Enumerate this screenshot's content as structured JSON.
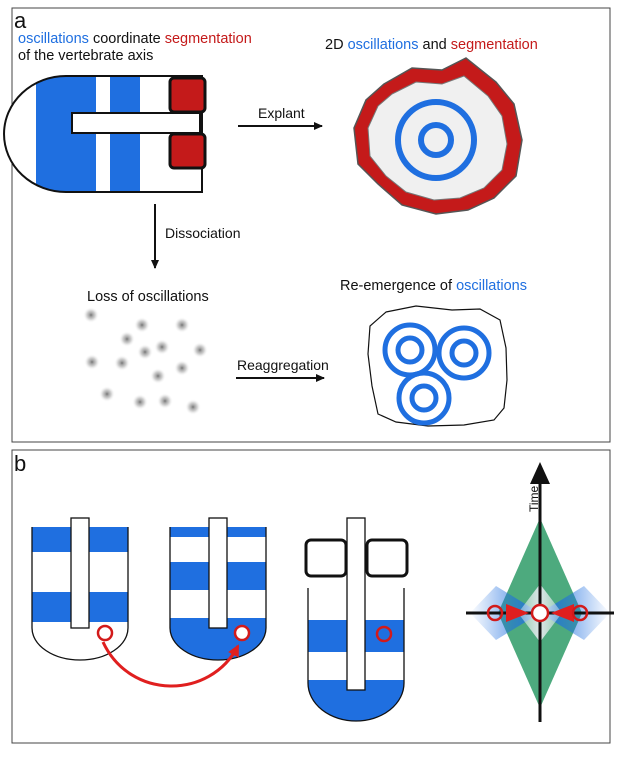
{
  "panel_a": {
    "letter": "a",
    "title_part1": "oscillations",
    "title_part2": " coordinate ",
    "title_part3": "segmentation",
    "title_line2": "of the vertebrate axis",
    "explant_label": "Explant",
    "explant_title_part1": "2D ",
    "explant_title_part2": "oscillations",
    "explant_title_part3": " and ",
    "explant_title_part4": "segmentation",
    "dissociation_label": "Dissociation",
    "loss_label": "Loss of oscillations",
    "reaggregation_label": "Reaggregation",
    "reemergence_part1": "Re-emergence of ",
    "reemergence_part2": "oscillations"
  },
  "panel_b": {
    "letter": "b",
    "time_label": "Time"
  },
  "colors": {
    "blue": "#1f6fe0",
    "red": "#c41a1a",
    "green": "#4daa7e",
    "black": "#111111"
  }
}
